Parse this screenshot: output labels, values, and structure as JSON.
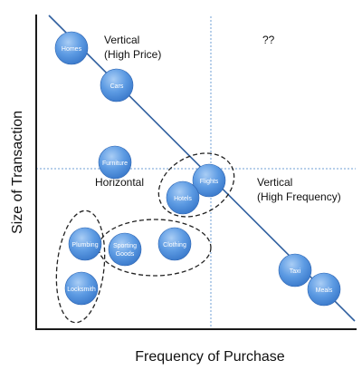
{
  "axes": {
    "x_label": "Frequency of Purchase",
    "y_label": "Size of Transaction"
  },
  "quadrants": {
    "top_left": [
      "Vertical",
      "(High Price)"
    ],
    "top_right": "??",
    "bottom_left": "Horizontal",
    "bottom_right": [
      "Vertical",
      "(High Frequency)"
    ]
  },
  "bubbles": [
    {
      "id": "homes",
      "lines": [
        "Homes"
      ]
    },
    {
      "id": "cars",
      "lines": [
        "Cars"
      ]
    },
    {
      "id": "furniture",
      "lines": [
        "Furniture"
      ]
    },
    {
      "id": "flights",
      "lines": [
        "Flights"
      ]
    },
    {
      "id": "hotels",
      "lines": [
        "Hotels"
      ]
    },
    {
      "id": "plumbing",
      "lines": [
        "Plumbing"
      ]
    },
    {
      "id": "sporting-goods",
      "lines": [
        "Sporting",
        "Goods"
      ]
    },
    {
      "id": "clothing",
      "lines": [
        "Clothing"
      ]
    },
    {
      "id": "locksmith",
      "lines": [
        "Locksmith"
      ]
    },
    {
      "id": "taxi",
      "lines": [
        "Taxi"
      ]
    },
    {
      "id": "meals",
      "lines": [
        "Meals"
      ]
    }
  ],
  "colors": {
    "axis": "#1a1a1a",
    "divider": "#6f9fd6",
    "trend_line": "#2f5f9f",
    "bubble_light": "#a9cdf5",
    "bubble_mid": "#5d9be3",
    "bubble_dark": "#3b7acb",
    "bubble_text": "#ffffff",
    "group_outline": "#222222"
  }
}
